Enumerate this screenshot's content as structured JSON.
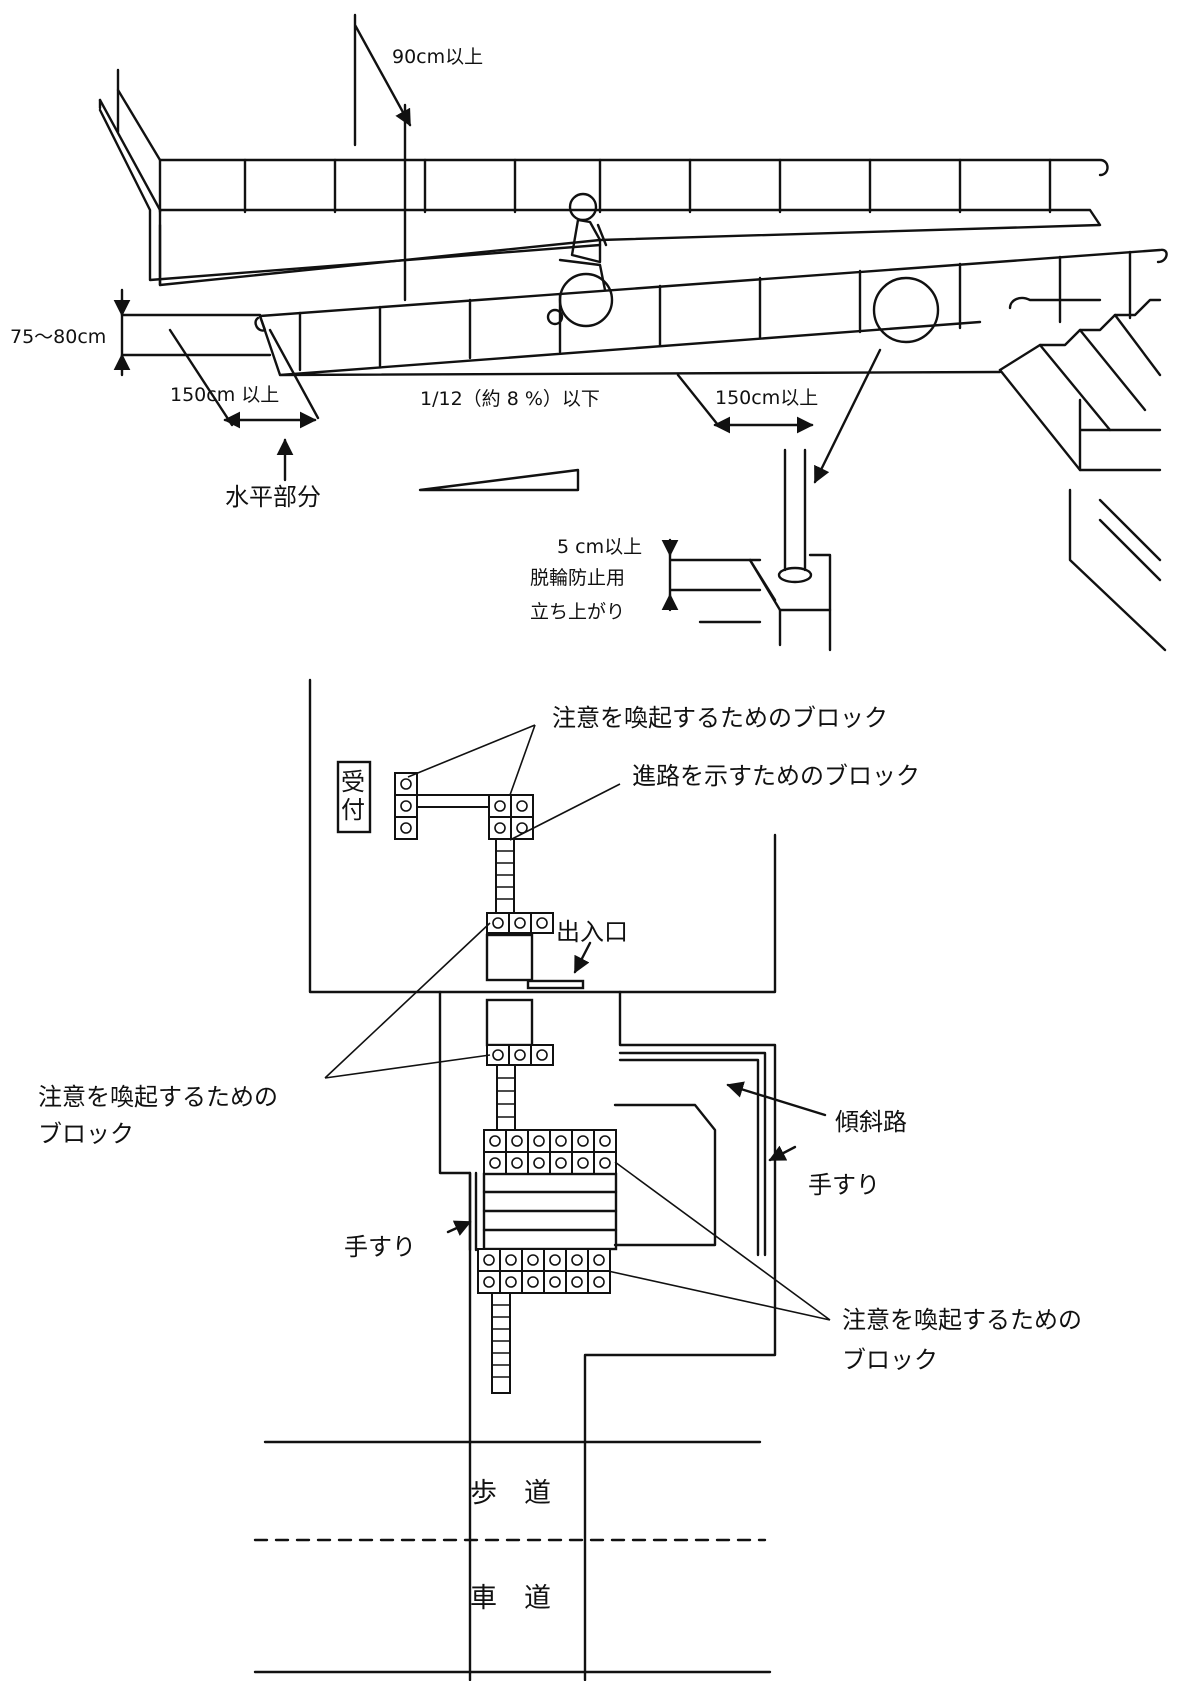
{
  "ramp": {
    "railing_height": "90cm以上",
    "handrail_height": "75〜80cm",
    "landing_left": "150cm 以上",
    "slope": "1/12（約 8 %）以下",
    "landing_right": "150cm以上",
    "horizontal_part": "水平部分",
    "curb_height": "5 cm以上",
    "curb_label1": "脱輪防止用",
    "curb_label2": "立ち上がり"
  },
  "plan": {
    "reception": "受付",
    "attention_block_top": "注意を喚起するためのブロック",
    "guide_block": "進路を示すためのブロック",
    "entrance": "出入口",
    "attention_block_left_1": "注意を喚起するための",
    "attention_block_left_2": "ブロック",
    "slope_path": "傾斜路",
    "handrail_right": "手すり",
    "handrail_left": "手すり",
    "attention_block_bottom_1": "注意を喚起するための",
    "attention_block_bottom_2": "ブロック",
    "sidewalk": "歩　道",
    "roadway": "車　道"
  }
}
